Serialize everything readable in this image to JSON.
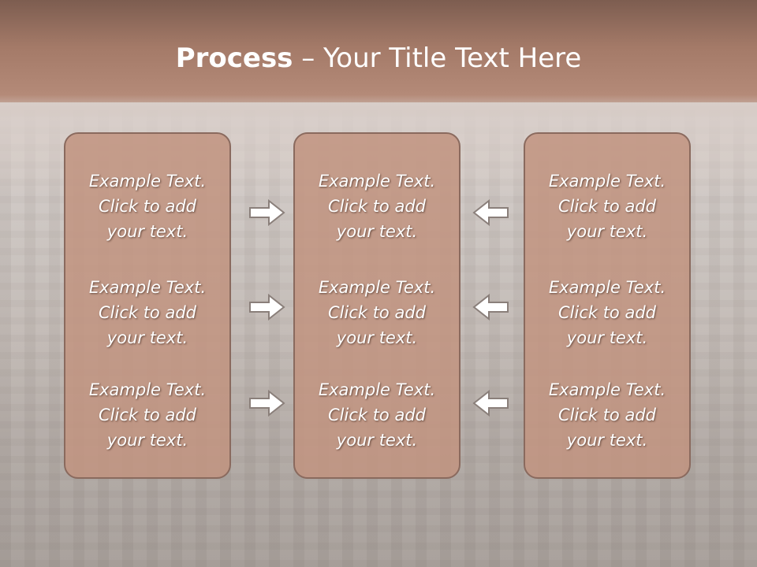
{
  "slide": {
    "title_bold": "Process",
    "title_rest": " – Your Title Text Here"
  },
  "columns": {
    "left": [
      {
        "line1": "Example Text.",
        "line2": "Click  to add",
        "line3": "your text."
      },
      {
        "line1": "Example Text.",
        "line2": "Click  to add",
        "line3": "your text."
      },
      {
        "line1": "Example Text.",
        "line2": "Click  to add",
        "line3": "your text."
      }
    ],
    "middle": [
      {
        "line1": "Example Text.",
        "line2": "Click  to add",
        "line3": "your text."
      },
      {
        "line1": "Example Text.",
        "line2": "Click  to add",
        "line3": "your text."
      },
      {
        "line1": "Example Text.",
        "line2": "Click  to add",
        "line3": "your text."
      }
    ],
    "right": [
      {
        "line1": "Example Text.",
        "line2": "Click  to add",
        "line3": "your text."
      },
      {
        "line1": "Example Text.",
        "line2": "Click  to add",
        "line3": "your text."
      },
      {
        "line1": "Example Text.",
        "line2": "Click  to add",
        "line3": "your text."
      }
    ]
  },
  "arrows": {
    "left_to_middle": "arrow-right-icon",
    "right_to_middle": "arrow-left-icon",
    "fill": "#ffffff",
    "stroke": "#8a7f7a"
  }
}
